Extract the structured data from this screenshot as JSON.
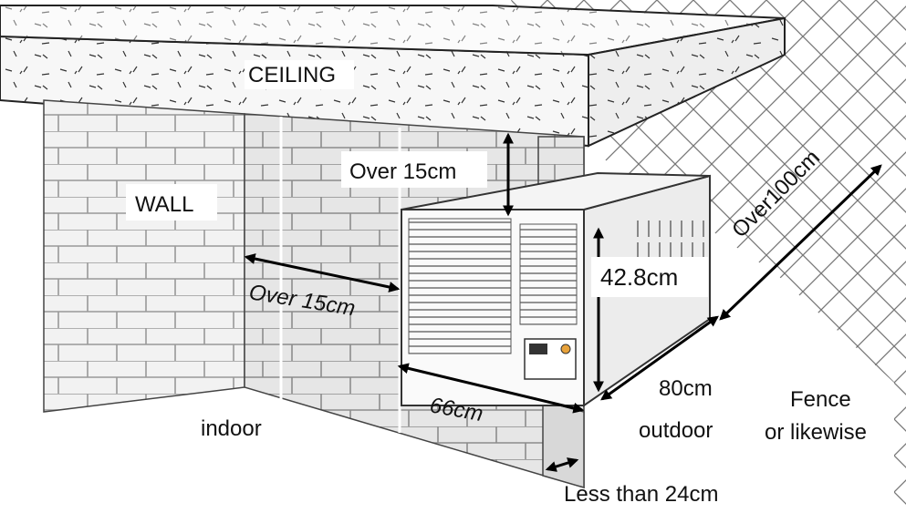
{
  "labels": {
    "ceiling": "CEILING",
    "wall": "WALL",
    "top_clearance": "Over 15cm",
    "side_clearance": "Over 15cm",
    "rear_clearance": "Over100cm",
    "unit_height": "42.8cm",
    "unit_width": "66cm",
    "unit_depth": "80cm",
    "indoor": "indoor",
    "outdoor": "outdoor",
    "fence_line1": "Fence",
    "fence_line2": "or likewise",
    "sill_limit": "Less than 24cm"
  }
}
